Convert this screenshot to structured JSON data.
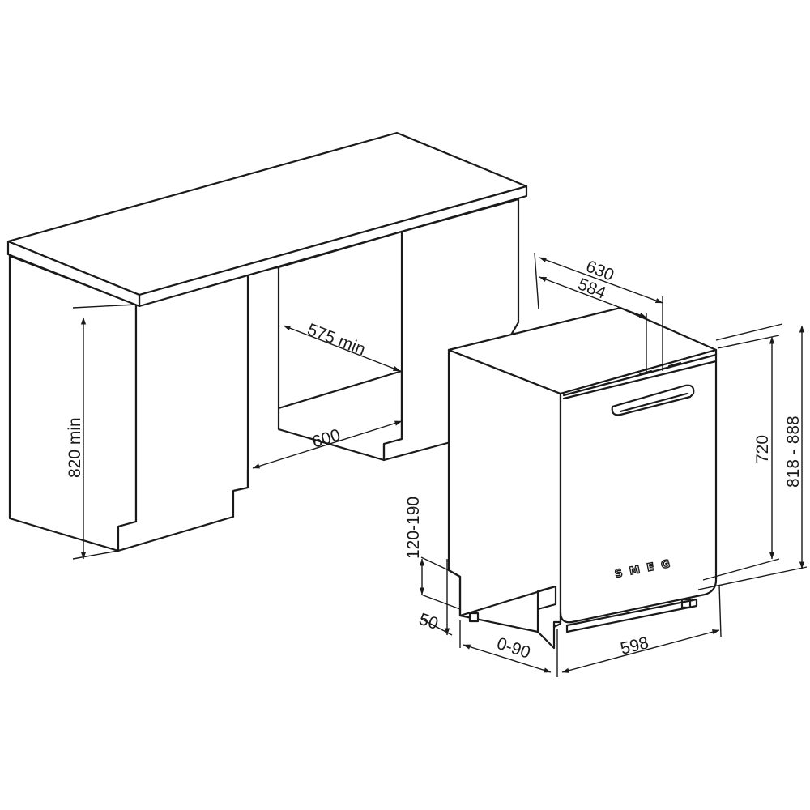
{
  "colors": {
    "line": "#1a1a1a",
    "background": "#ffffff"
  },
  "brand": {
    "logo_text": "SMEG"
  },
  "dimensions": {
    "cabinet_height": "820 min",
    "niche_depth": "575 min",
    "niche_width": "600",
    "depth_total": "630",
    "depth_body": "584",
    "appliance_height": "720",
    "height_range": "818 - 888",
    "plinth_height": "120-190",
    "plinth_offset": "50",
    "door_offset": "0-90",
    "appliance_width": "598"
  }
}
